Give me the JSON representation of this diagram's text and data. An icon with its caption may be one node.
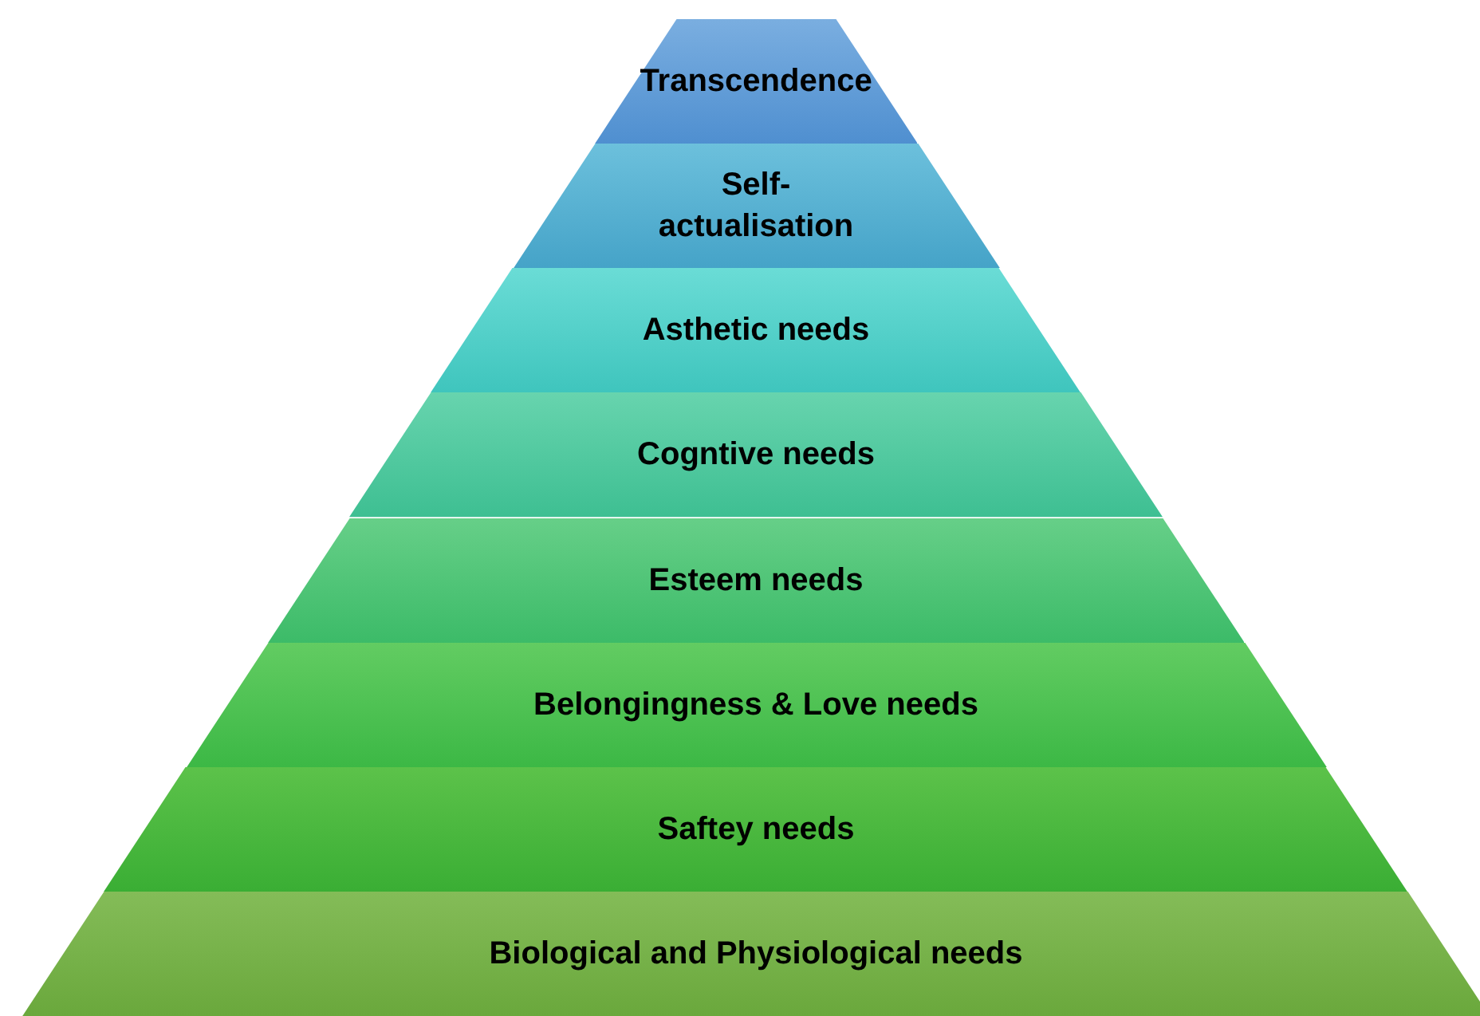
{
  "diagram": {
    "nodes": [
      {
        "text": [
          "Transcendence"
        ]
      },
      {
        "text": [
          "Self- actualisation"
        ]
      },
      {
        "text": [
          "Asthetic needs"
        ]
      },
      {
        "text": [
          "Cogntive needs"
        ]
      },
      {
        "text": [
          "Esteem needs"
        ]
      },
      {
        "text": [
          "Belongingness & Love needs"
        ]
      },
      {
        "text": [
          "Saftey needs"
        ]
      },
      {
        "text": [
          "Biological and Physiological needs"
        ]
      }
    ]
  }
}
